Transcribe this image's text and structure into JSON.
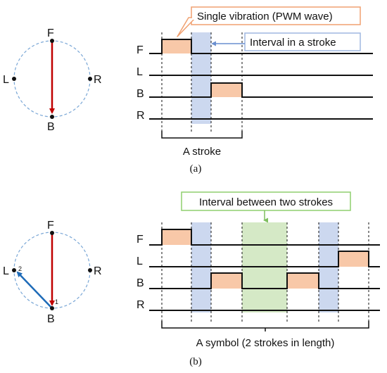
{
  "panel_a": {
    "circle_labels": {
      "top": "F",
      "left": "L",
      "right": "R",
      "bottom": "B"
    },
    "row_labels": [
      "F",
      "L",
      "B",
      "R"
    ],
    "callout_vibration": "Single vibration (PWM wave)",
    "callout_interval": "Interval in a stroke",
    "brace_label": "A stroke",
    "caption": "(a)"
  },
  "panel_b": {
    "circle_labels": {
      "top": "F",
      "left": "L",
      "right": "R",
      "bottom": "B"
    },
    "point_markers": {
      "first": "1",
      "second": "2"
    },
    "row_labels": [
      "F",
      "L",
      "B",
      "R"
    ],
    "callout_interval": "Interval between two strokes",
    "brace_label": "A symbol (2 strokes in length)",
    "caption": "(b)"
  },
  "colors": {
    "vibration_fill": "#f8c8a8",
    "interval_fill": "#ccd8ef",
    "between_strokes_fill": "#d5e9c6",
    "arrow_red": "#c00000",
    "arrow_blue": "#1e6bb8",
    "dashed_circle": "#7aa7d6"
  }
}
